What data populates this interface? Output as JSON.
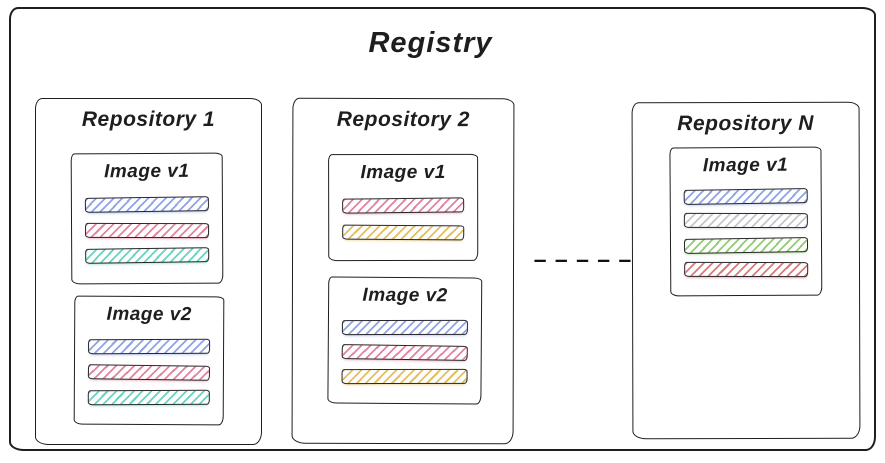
{
  "diagram": {
    "title": "Registry",
    "repositories": [
      {
        "label": "Repository 1",
        "images": [
          {
            "label": "Image v1",
            "layers": [
              "blue",
              "pink",
              "teal"
            ]
          },
          {
            "label": "Image v2",
            "layers": [
              "blue",
              "pink",
              "teal"
            ]
          }
        ]
      },
      {
        "label": "Repository 2",
        "images": [
          {
            "label": "Image v1",
            "layers": [
              "pink",
              "yellow"
            ]
          },
          {
            "label": "Image v2",
            "layers": [
              "blue",
              "pink",
              "yellow"
            ]
          }
        ]
      },
      {
        "label": "Repository N",
        "images": [
          {
            "label": "Image v1",
            "layers": [
              "blue",
              "gray",
              "green",
              "red"
            ]
          }
        ]
      }
    ],
    "continuation_glyph": "– – – – –",
    "layer_colors": {
      "blue": "#8fa3e6",
      "pink": "#e2849e",
      "teal": "#66d4be",
      "yellow": "#e4bf62",
      "gray": "#c6c6cd",
      "green": "#93cc74",
      "red": "#dd7878"
    },
    "stroke_color": "#1e1e1e",
    "background_color": "#ffffff"
  }
}
